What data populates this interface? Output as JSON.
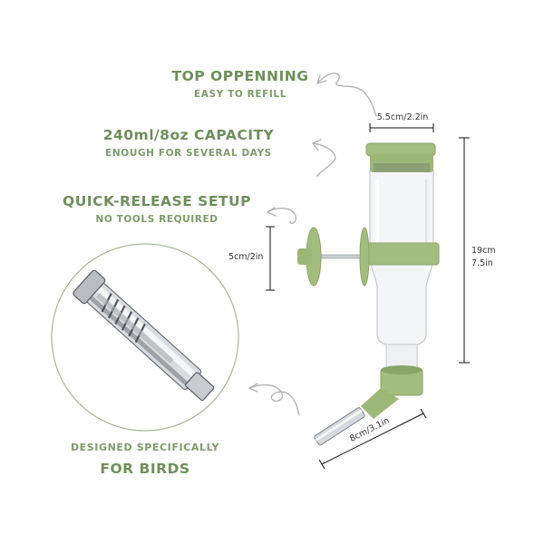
{
  "features": [
    {
      "title": "TOP OPPENNING",
      "subtitle": "EASY TO REFILL"
    },
    {
      "title": "240ml/8oz CAPACITY",
      "subtitle": "ENOUGH FOR SEVERAL DAYS"
    },
    {
      "title": "QUICK-RELEASE SETUP",
      "subtitle": "NO TOOLS REQUIRED"
    }
  ],
  "footer": {
    "line1": "DESIGNED SPECIFICALLY",
    "line2": "FOR BIRDS"
  },
  "dimensions": {
    "top_width": "5.5cm/2.2in",
    "mount_height": "5cm/2in",
    "height_cm": "19cm",
    "height_in": "7.5in",
    "spout_length": "8cm/3.1in"
  },
  "colors": {
    "accent_green": "#6f8f5c",
    "product_green": "#a3bd7e",
    "circle_stroke": "#a8b69a"
  }
}
